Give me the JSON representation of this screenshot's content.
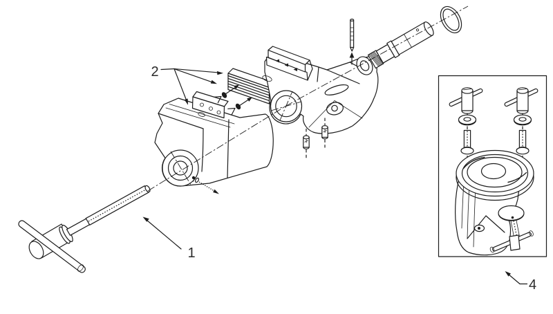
{
  "figure": {
    "type": "exploded-parts-diagram",
    "subject": "bench-vise-exploded-view",
    "background": "#ffffff",
    "line_color": "#1c1c1c",
    "callouts": {
      "item1": {
        "label": "1",
        "target": "main-screw-with-tommy-bar"
      },
      "item2": {
        "label": "2",
        "target": "jaw-inserts-and-screws"
      },
      "item4": {
        "label": "4",
        "target": "swivel-base-clamp-inset"
      }
    },
    "parts": {
      "main_screw": "main-screw-with-tommy-bar",
      "jaw_inserts": "jaw-inserts-with-screws",
      "movable_jaw": "movable-front-jaw",
      "vise_body": "stationary-vise-body",
      "spindle_sleeve": "spindle-sleeve",
      "retaining_ring": "retaining-ring",
      "set_pin": "set-pin",
      "dowel_pins": "dowel-pins",
      "taper_pin": "taper-pin",
      "swivel_base": "swivel-base-clamp-assembly"
    }
  }
}
